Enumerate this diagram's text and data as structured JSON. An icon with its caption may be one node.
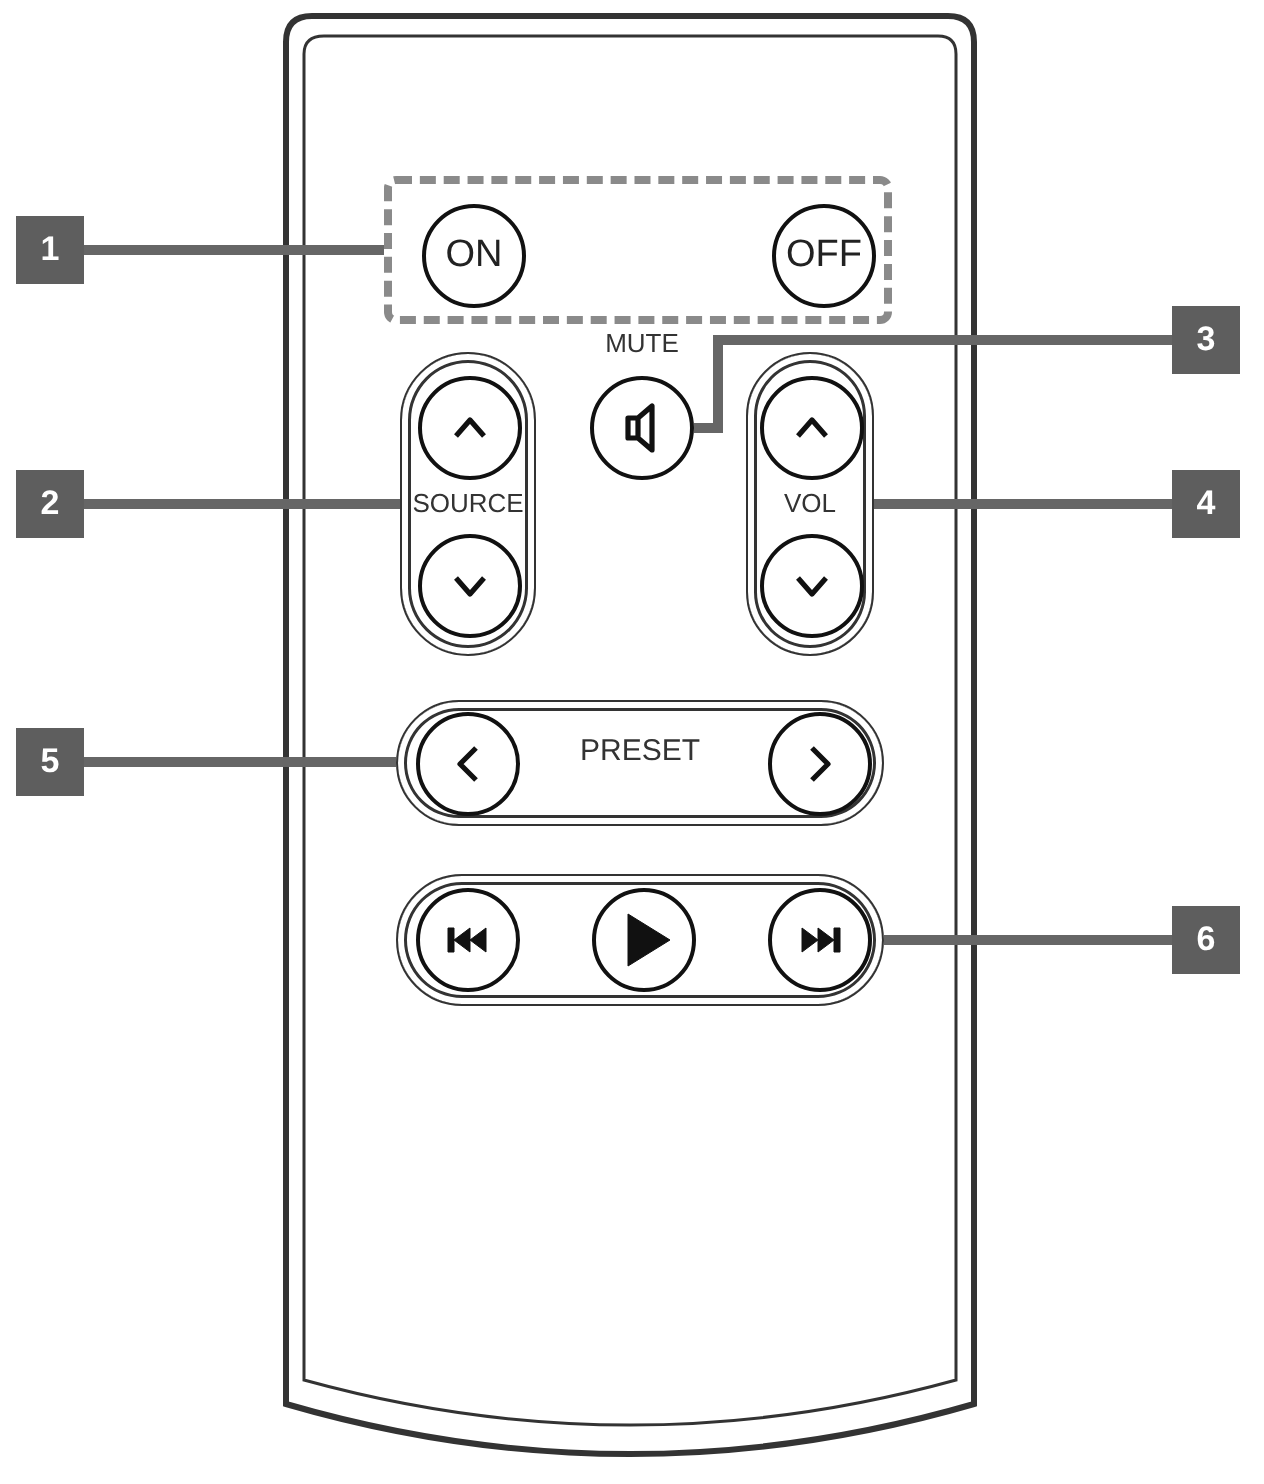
{
  "diagram": {
    "nodes": [
      {
        "text": [
          "1"
        ]
      },
      {
        "text": [],
        "shape": "box"
      },
      {
        "text": [
          "ON"
        ],
        "in": 1
      },
      {
        "text": [
          "OFF"
        ],
        "in": 1
      },
      {
        "text": [
          "2"
        ]
      },
      {
        "text": [
          "SOURCE"
        ]
      },
      {
        "text": [],
        "shape": "circle",
        "in": 5
      },
      {
        "text": [],
        "shape": "circle",
        "in": 5
      },
      {
        "text": [
          "3"
        ]
      },
      {
        "text": [
          "MUTE"
        ]
      },
      {
        "text": [
          "4"
        ]
      },
      {
        "text": [
          "VOL"
        ]
      },
      {
        "text": [],
        "shape": "circle",
        "in": 11
      },
      {
        "text": [],
        "shape": "circle",
        "in": 11
      },
      {
        "text": [
          "5"
        ]
      },
      {
        "text": [
          "PRESET"
        ]
      },
      {
        "text": [],
        "shape": "circle",
        "in": 15
      },
      {
        "text": [],
        "shape": "circle",
        "in": 15
      },
      {
        "text": [
          "6"
        ]
      },
      {
        "text": [],
        "shape": "box"
      },
      {
        "text": [],
        "shape": "circle",
        "in": 19
      },
      {
        "text": [],
        "shape": "circle",
        "in": 19
      },
      {
        "text": [],
        "shape": "circle",
        "in": 19
      }
    ],
    "edges": [
      {
        "from": 0,
        "to": 1,
        "arrow": "none"
      },
      {
        "from": 4,
        "to": 5,
        "arrow": "none"
      },
      {
        "from": 8,
        "to": 9,
        "arrow": "none"
      },
      {
        "from": 10,
        "to": 11,
        "arrow": "none"
      },
      {
        "from": 14,
        "to": 15,
        "arrow": "none"
      },
      {
        "from": 18,
        "to": 19,
        "arrow": "none"
      }
    ]
  }
}
